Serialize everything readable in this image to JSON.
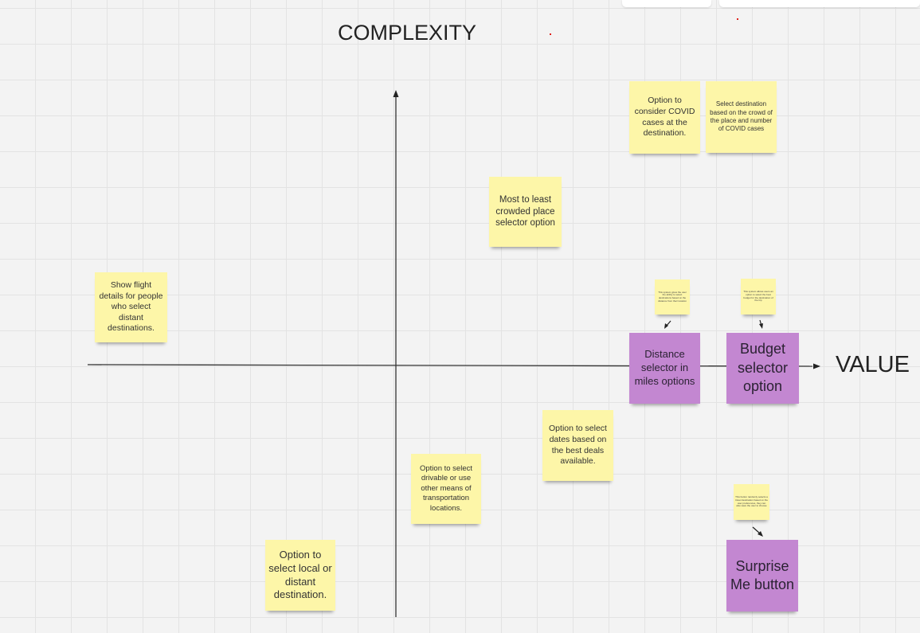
{
  "axis": {
    "y_title": "COMPLEXITY",
    "x_title": "VALUE"
  },
  "colors": {
    "yellow_note": "#fdf6a8",
    "purple_note": "#c387d1",
    "axis_line": "#333333",
    "grid": "#e3e3e3",
    "canvas": "#f3f3f3"
  },
  "notes": {
    "covid_consider": "Option to consider COVID cases at the destination.",
    "covid_crowd": "Select destination based on the crowd of the place and number of COVID cases",
    "crowded_selector": "Most to least crowded place selector option",
    "flight_details": "Show flight details for people who select distant destinations.",
    "distance_tiny": "This system gives the user the ability to select destinations based on the distance from their location",
    "budget_tiny": "This system allows users an option to select the best budget for the destination of the trip",
    "distance_selector": "Distance selector in miles options",
    "budget_selector": "Budget selector option",
    "dates_deals": "Option to select dates based on the best deals available.",
    "drivable": "Option to select drivable or use other means of transportation locations.",
    "surprise_tiny": "This button randomly selects a travel destination based on the user preferences, they can also save the user to choose",
    "surprise_button": "Surprise Me button",
    "local_distant": "Option to select local or distant destination."
  }
}
